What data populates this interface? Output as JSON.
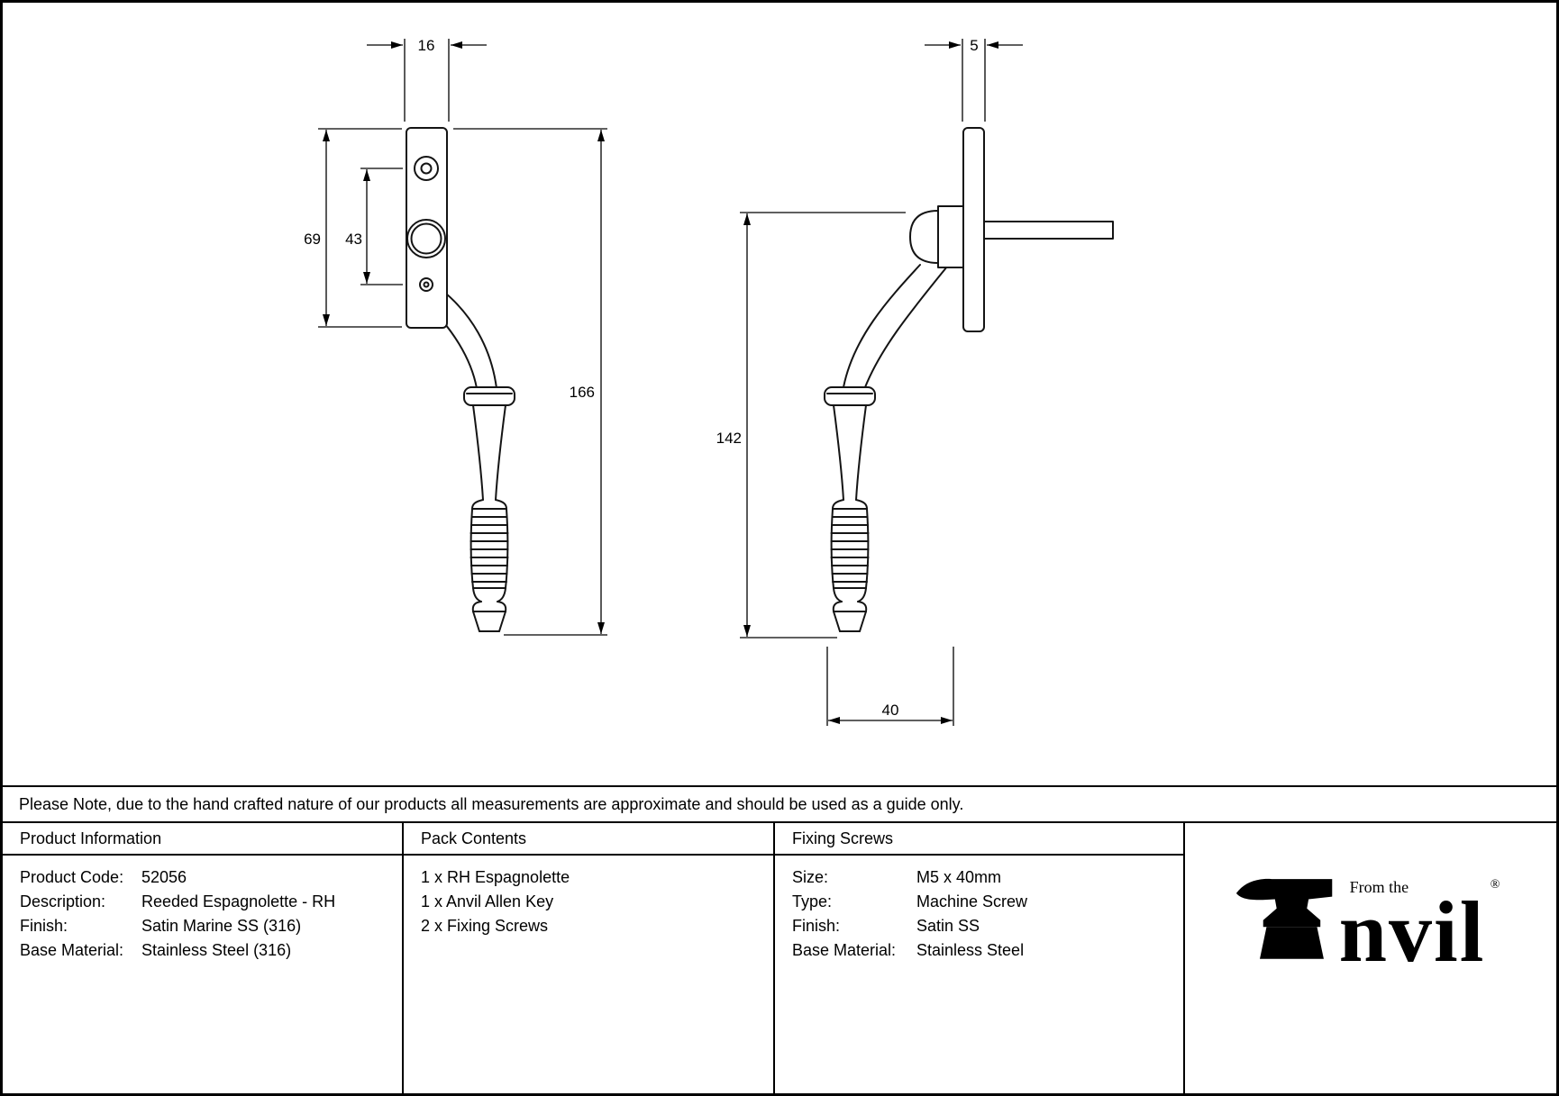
{
  "sheet": {
    "note": "Please Note, due to the hand crafted nature of our products all measurements are approximate and should be used as a guide only."
  },
  "drawing": {
    "front_view": {
      "width_mm": "16",
      "plate_height_mm": "69",
      "hole_spacing_mm": "43",
      "overall_height_mm": "166"
    },
    "side_view": {
      "plate_thickness_mm": "5",
      "handle_height_mm": "142",
      "projection_mm": "40"
    }
  },
  "table": {
    "product_information": {
      "header": "Product Information",
      "rows": [
        {
          "label": "Product Code:",
          "value": "52056"
        },
        {
          "label": "Description:",
          "value": "Reeded Espagnolette - RH"
        },
        {
          "label": "Finish:",
          "value": "Satin Marine SS (316)"
        },
        {
          "label": "Base Material:",
          "value": "Stainless Steel (316)"
        }
      ]
    },
    "pack_contents": {
      "header": "Pack Contents",
      "items": [
        "1 x RH Espagnolette",
        "1 x Anvil Allen Key",
        "2 x Fixing Screws"
      ]
    },
    "fixing_screws": {
      "header": "Fixing Screws",
      "rows": [
        {
          "label": "Size:",
          "value": "M5 x 40mm"
        },
        {
          "label": "Type:",
          "value": "Machine Screw"
        },
        {
          "label": "Finish:",
          "value": "Satin SS"
        },
        {
          "label": "Base Material:",
          "value": "Stainless Steel"
        }
      ]
    }
  },
  "logo": {
    "tagline": "From the",
    "brand": "Anvil",
    "brand_suffix": "nvil",
    "registered": "®"
  }
}
